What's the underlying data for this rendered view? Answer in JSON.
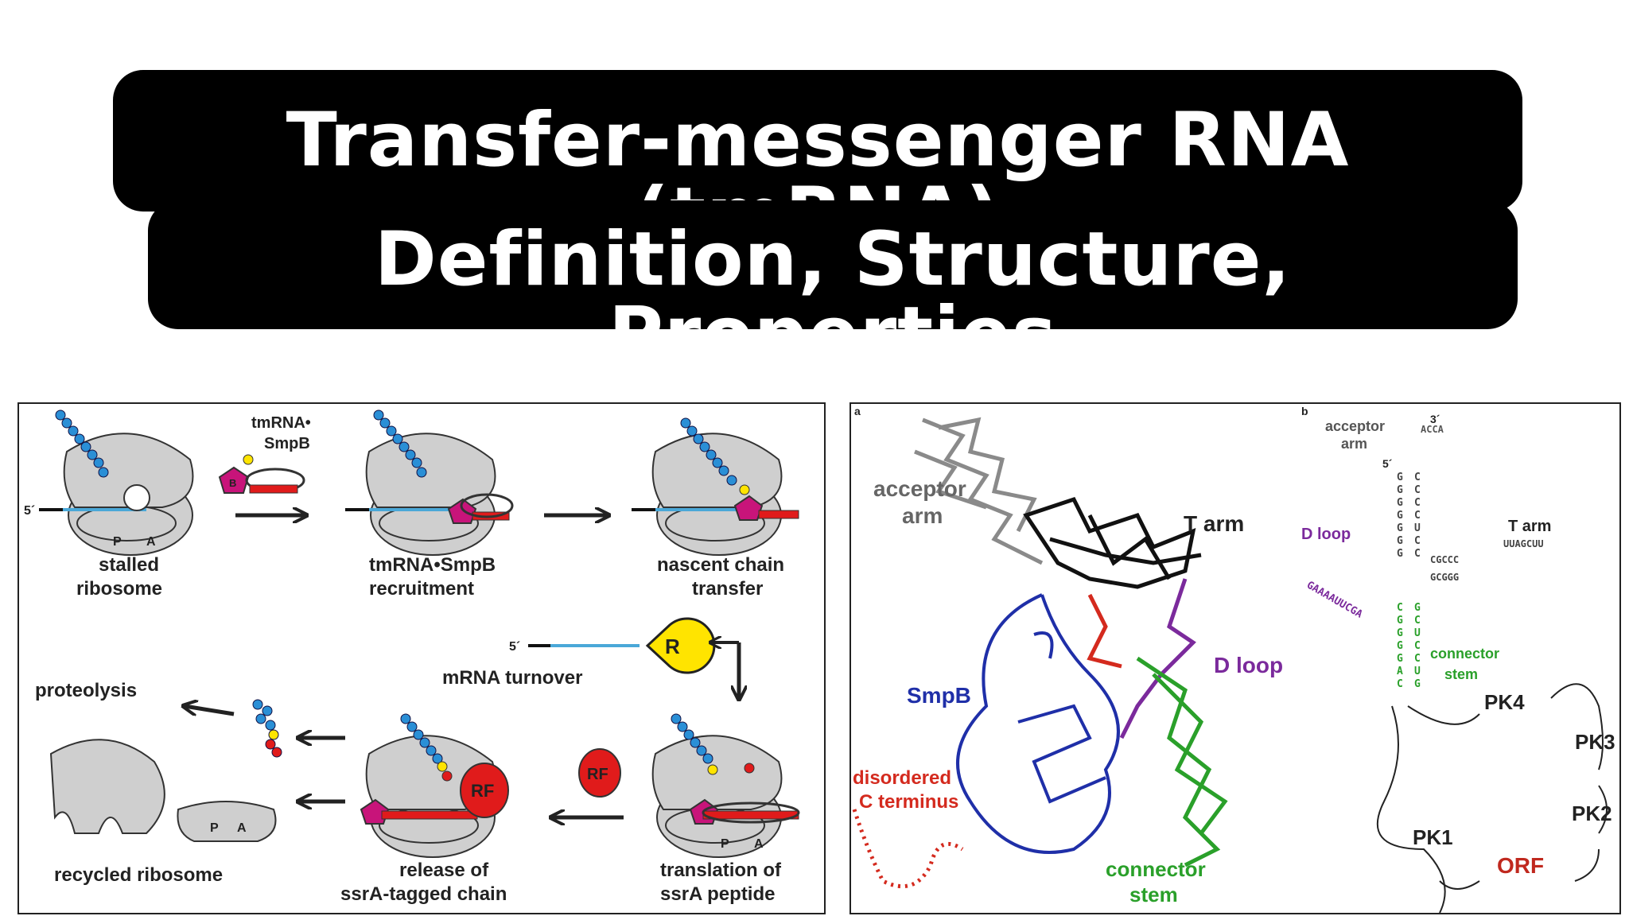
{
  "header": {
    "title_line_1": "Transfer-messenger RNA (tmRNA)",
    "title_line_2": "Definition, Structure, Properties"
  },
  "trans_translation_panel": {
    "five_prime": "5´",
    "tmrna_smpb_l1": "tmRNA•",
    "tmrna_smpb_l2": "SmpB",
    "site_p": "P",
    "site_a": "A",
    "smpb_marker": "B",
    "r_marker": "R",
    "rf_marker": "RF",
    "step_stalled_l1": "stalled",
    "step_stalled_l2": "ribosome",
    "step_recruit_l1": "tmRNA•SmpB",
    "step_recruit_l2": "recruitment",
    "step_transfer_l1": "nascent chain",
    "step_transfer_l2": "transfer",
    "step_mrna_turnover": "mRNA turnover",
    "step_proteolysis": "proteolysis",
    "step_recycled": "recycled ribosome",
    "step_release_l1": "release of",
    "step_release_l2": "ssrA-tagged chain",
    "step_translation_l1": "translation of",
    "step_translation_l2": "ssrA peptide"
  },
  "structure_panel": {
    "panel_a": "a",
    "panel_b": "b",
    "acceptor_arm_l1": "acceptor",
    "acceptor_arm_l2": "arm",
    "t_arm": "T arm",
    "d_loop": "D loop",
    "smpb": "SmpB",
    "disordered_l1": "disordered",
    "disordered_l2": "C terminus",
    "connector_l1": "connector",
    "connector_l2": "stem",
    "b_acceptor_l1": "acceptor",
    "b_acceptor_l2": "arm",
    "b_three_prime": "3´",
    "b_five_prime": "5´",
    "b_t_arm": "T arm",
    "b_d_loop": "D loop",
    "b_connector_l1": "connector",
    "b_connector_l2": "stem",
    "pk1": "PK1",
    "pk2": "PK2",
    "pk3": "PK3",
    "pk4": "PK4",
    "orf": "ORF",
    "seq_acceptor_3p": [
      "A",
      "C",
      "C",
      "A"
    ],
    "seq_acceptor_left": [
      "G",
      "G",
      "G",
      "G",
      "G",
      "G",
      "G"
    ],
    "seq_acceptor_right": [
      "C",
      "C",
      "C",
      "C",
      "U",
      "C",
      "C"
    ],
    "seq_t_top": "CGCCC",
    "seq_t_bottom": "GCGGG",
    "seq_t_loop": "UUAGCUU",
    "seq_d_loop": "GAAAAUUCGA",
    "seq_connector_left": [
      "C",
      "G",
      "G",
      "G",
      "G",
      "A",
      "C"
    ],
    "seq_connector_right": [
      "G",
      "C",
      "U",
      "C",
      "C",
      "U",
      "G"
    ]
  },
  "colors": {
    "title_bg": "#000000",
    "title_text": "#ffffff",
    "ribosome": "#cfcfcf",
    "mrna": "#4aa8d8",
    "tag": "#e01b1b",
    "smpb": "#c8147a",
    "peptide": "#2a8fd6",
    "yellow": "#ffe400",
    "protein_blue": "#1f2fa8",
    "rna_green": "#2aa02a",
    "d_loop_purple": "#7b2a9c",
    "link_red": "#d42a1e"
  }
}
